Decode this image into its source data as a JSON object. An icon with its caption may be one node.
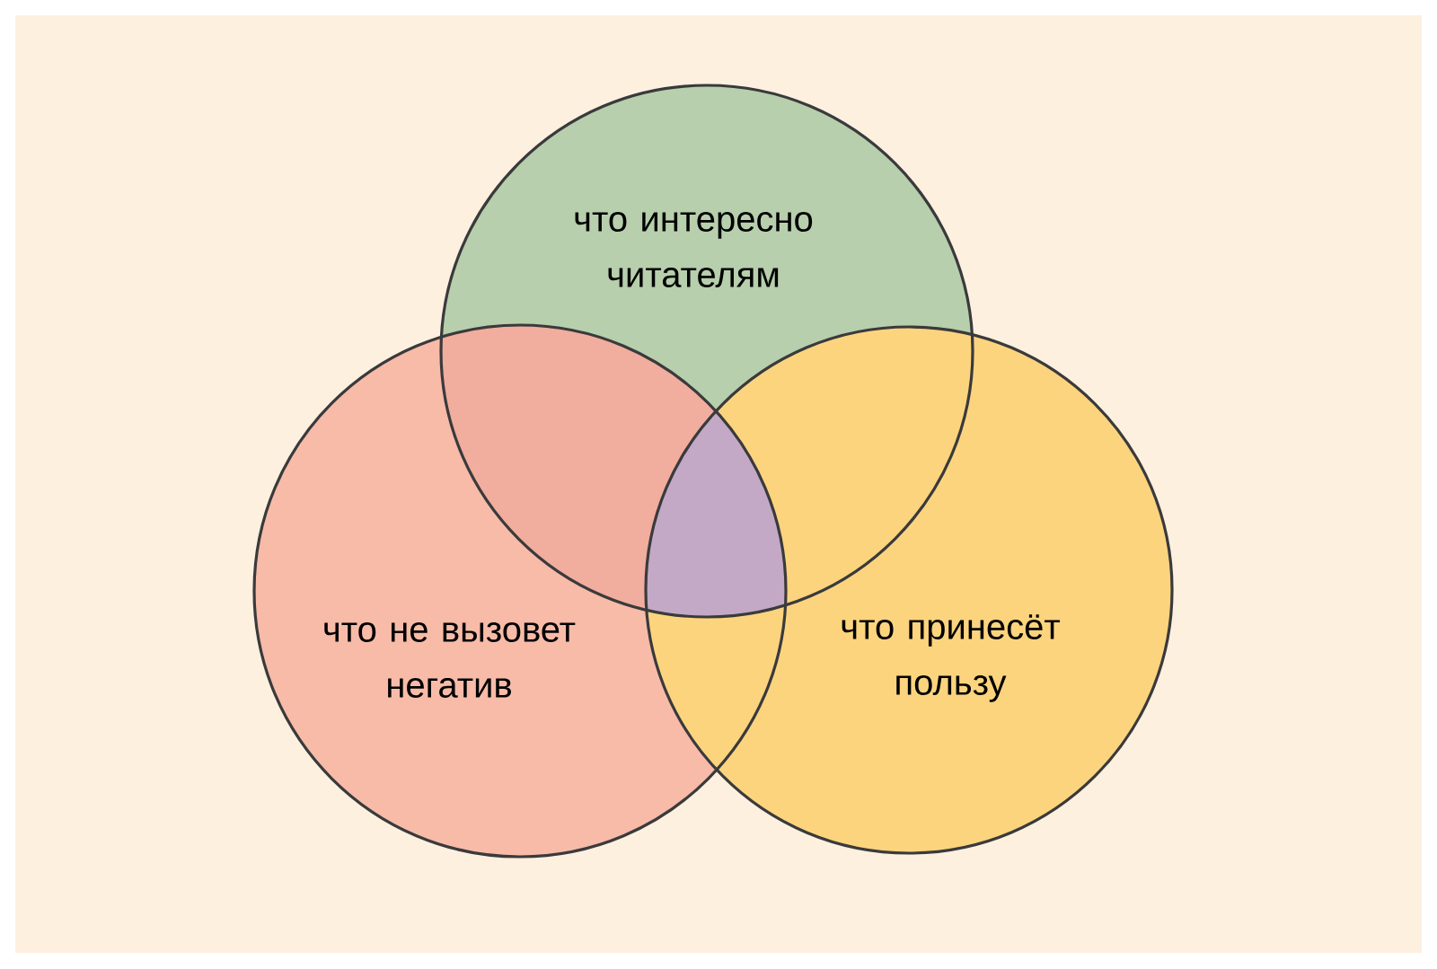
{
  "diagram": {
    "nodes": [
      {
        "text": [
          "что интересно читателям"
        ]
      },
      {
        "text": [
          "что не вызовет негатив"
        ]
      },
      {
        "text": [
          "что принесёт пользу"
        ]
      }
    ]
  }
}
